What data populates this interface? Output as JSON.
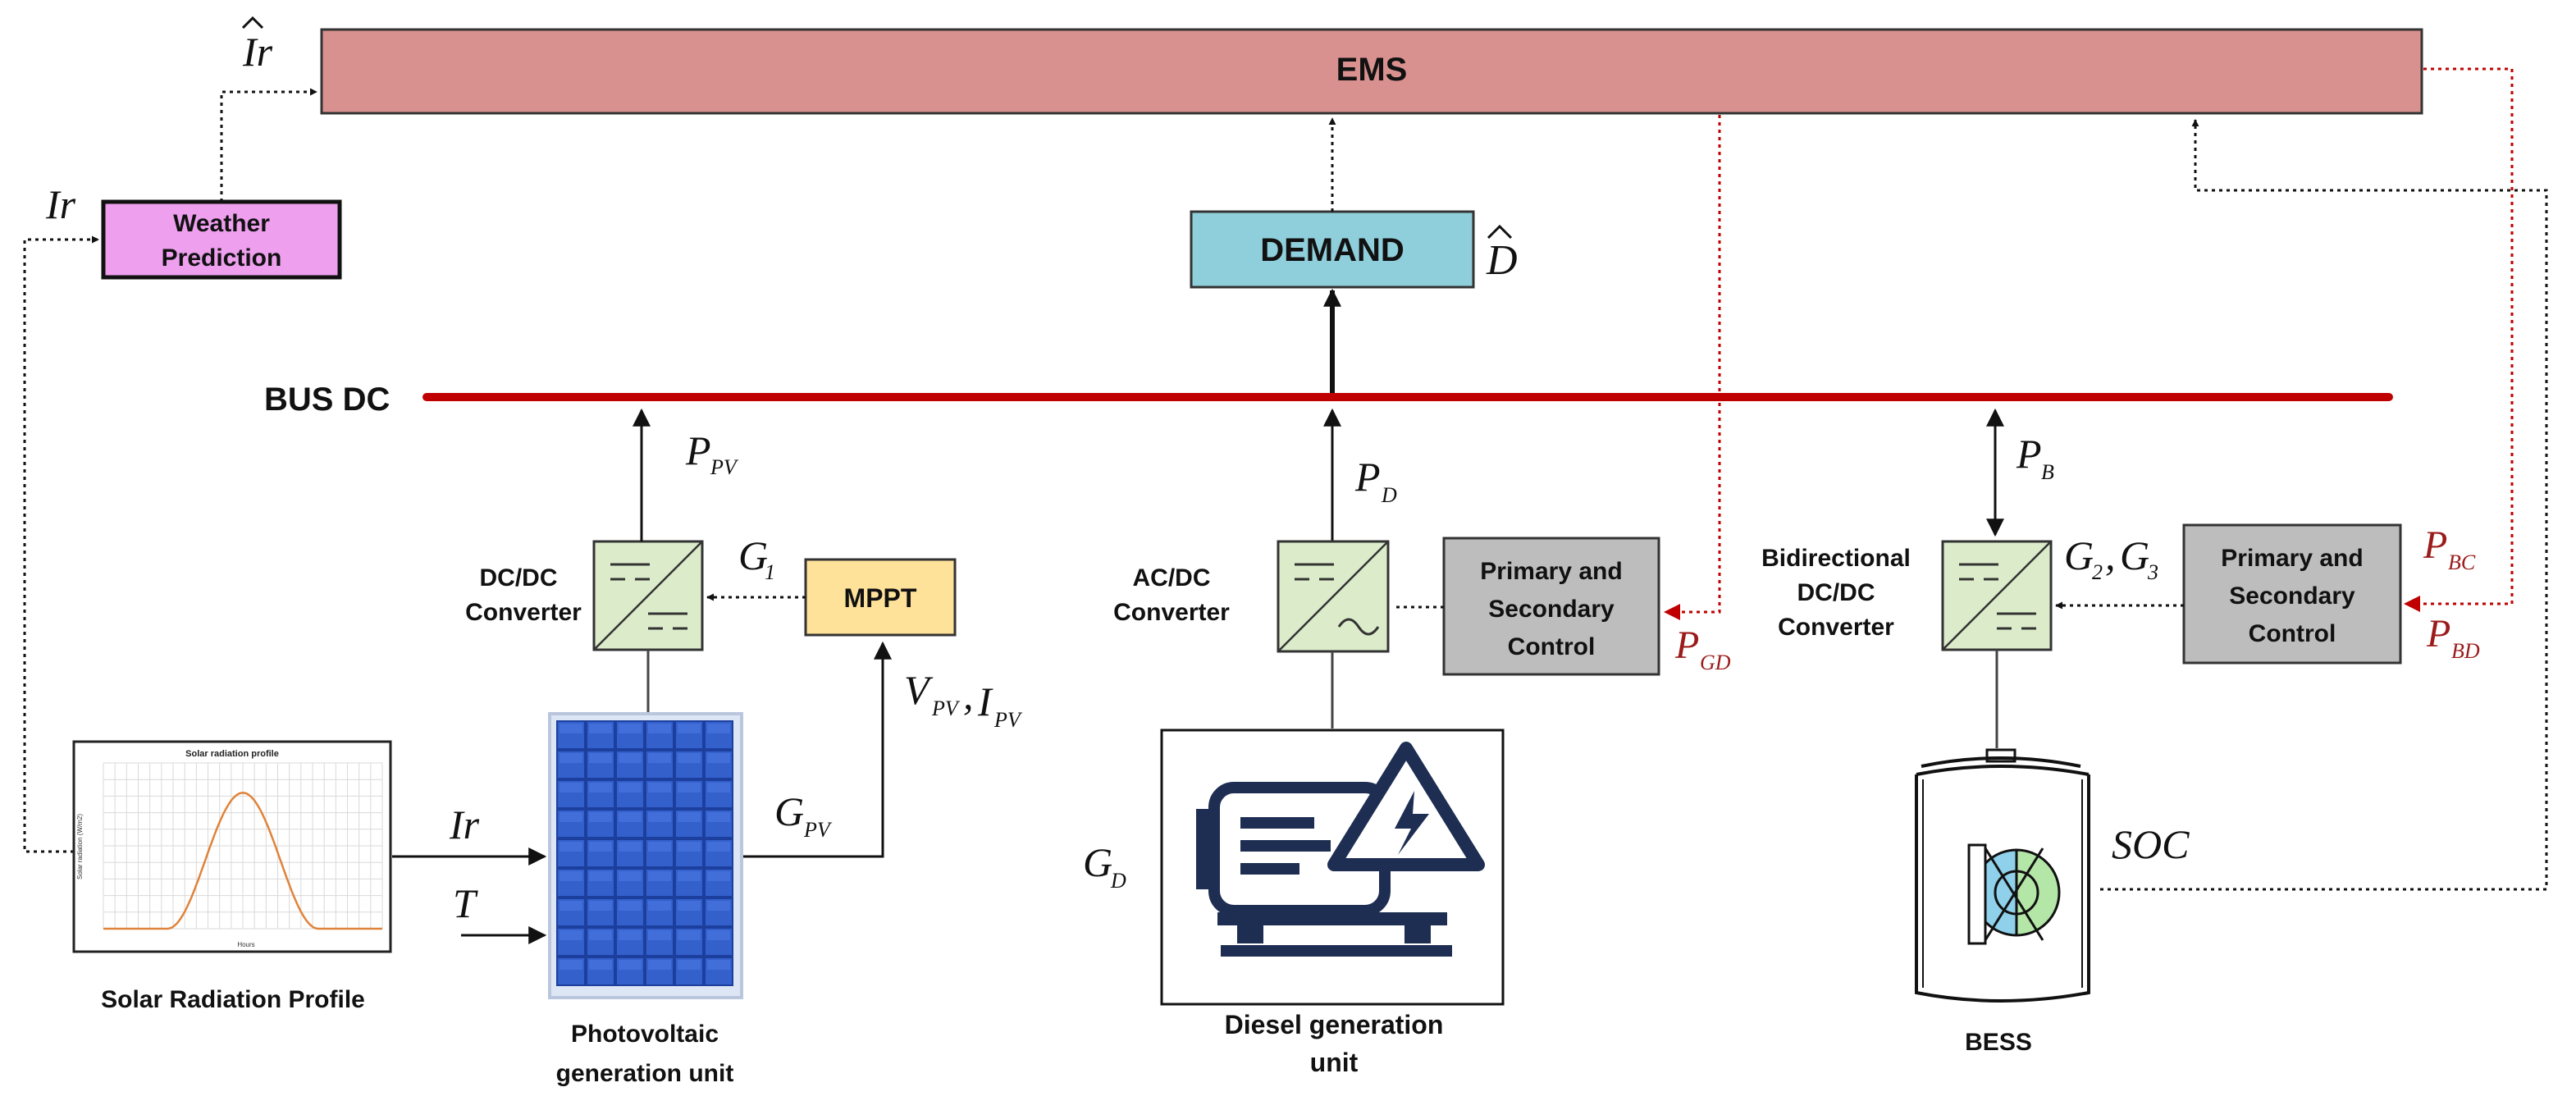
{
  "ems": {
    "label": "EMS"
  },
  "demand": {
    "label": "DEMAND",
    "symbol": "D"
  },
  "weather": {
    "line1": "Weather",
    "line2": "Prediction"
  },
  "bus": {
    "label": "BUS DC"
  },
  "mppt": {
    "label": "MPPT"
  },
  "pv_converter": {
    "line1": "DC/DC",
    "line2": "Converter"
  },
  "ac_converter": {
    "line1": "AC/DC",
    "line2": "Converter"
  },
  "bi_converter": {
    "line1": "Bidirectional",
    "line2": "DC/DC",
    "line3": "Converter"
  },
  "control_diesel": {
    "line1": "Primary and",
    "line2": "Secondary",
    "line3": "Control"
  },
  "control_bess": {
    "line1": "Primary and",
    "line2": "Secondary",
    "line3": "Control"
  },
  "solar_profile": {
    "caption": "Solar Radiation Profile",
    "chart_title": "Solar radiation profile",
    "ylabel": "Solar radiation (W/m2)",
    "xlabel": "Hours"
  },
  "pv_unit": {
    "line1": "Photovoltaic",
    "line2": "generation unit"
  },
  "diesel_unit": {
    "line1": "Diesel generation",
    "line2": "unit"
  },
  "bess": {
    "label": "BESS"
  },
  "symbols": {
    "ir_hat": "Ir",
    "ir_weather": "Ir",
    "ir_pv": "Ir",
    "t": "T",
    "p_pv": "P",
    "p_pv_sub": "PV",
    "p_d": "P",
    "p_d_sub": "D",
    "p_b": "P",
    "p_b_sub": "B",
    "g1": "G",
    "g1_sub": "1",
    "g2": "G",
    "g2_sub": "2",
    "g3": "G",
    "g3_sub": "3",
    "gpv": "G",
    "gpv_sub": "PV",
    "gd": "G",
    "gd_sub": "D",
    "vpv": "V",
    "vpv_sub": "PV",
    "ipv": "I",
    "ipv_sub": "PV",
    "pgd": "P",
    "pgd_sub": "GD",
    "pbc": "P",
    "pbc_sub": "BC",
    "pbd": "P",
    "pbd_sub": "BD",
    "soc": "SOC"
  },
  "colors": {
    "ems_fill": "#d9918f",
    "demand_fill": "#8fcfdb",
    "weather_fill": "#ee9fee",
    "mppt_fill": "#ffe29a",
    "control_fill": "#bdbdbd",
    "converter_fill": "#dceccb",
    "bus": "#c00000",
    "signal_red": "#c00000"
  }
}
